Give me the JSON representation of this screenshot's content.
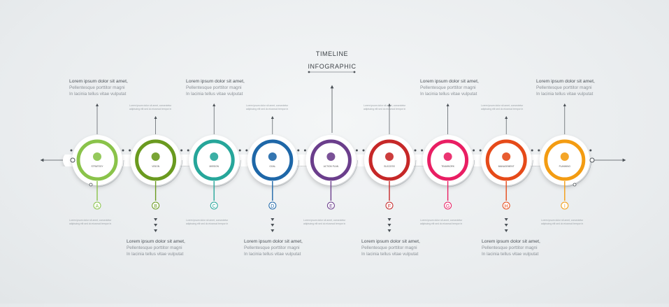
{
  "title": {
    "line1": "TIMELINE",
    "line2": "INFOGRAPHIC"
  },
  "colors": {
    "background": "#eceff1",
    "line": "#4b5157",
    "accent": "#c6ccd0"
  },
  "text_block": {
    "heading": "Lorem ipsum dolor sit amet,",
    "line2": "Pellentesque porttitor magni",
    "line3": "In lacinia tellus vitae vulputat"
  },
  "small_text": {
    "line1": "Lorem ipsum dolor sit amet, consectetur",
    "line2": "adipiscing elit sed do eiusmod tempor in"
  },
  "steps": [
    {
      "letter": "A",
      "label": "STRATEGY",
      "color": "#8ac34a",
      "icon": "chess-piece-icon"
    },
    {
      "letter": "B",
      "label": "VISION",
      "color": "#6a9a1f",
      "icon": "eye-icon"
    },
    {
      "letter": "C",
      "label": "MISSION",
      "color": "#26a69a",
      "icon": "mountain-flag-icon"
    },
    {
      "letter": "D",
      "label": "GOAL",
      "color": "#1e67a8",
      "icon": "flag-icon"
    },
    {
      "letter": "E",
      "label": "ACTION PLAN",
      "color": "#6b3e8c",
      "icon": "gears-icon"
    },
    {
      "letter": "F",
      "label": "SUCCESS",
      "color": "#c62828",
      "icon": "trophy-person-icon"
    },
    {
      "letter": "G",
      "label": "TEAMWORK",
      "color": "#e91e63",
      "icon": "people-icon"
    },
    {
      "letter": "H",
      "label": "MANAGEMENT",
      "color": "#e64a19",
      "icon": "gear-head-icon"
    },
    {
      "letter": "I",
      "label": "PLANNING",
      "color": "#f39c12",
      "icon": "clipboard-icon"
    }
  ]
}
